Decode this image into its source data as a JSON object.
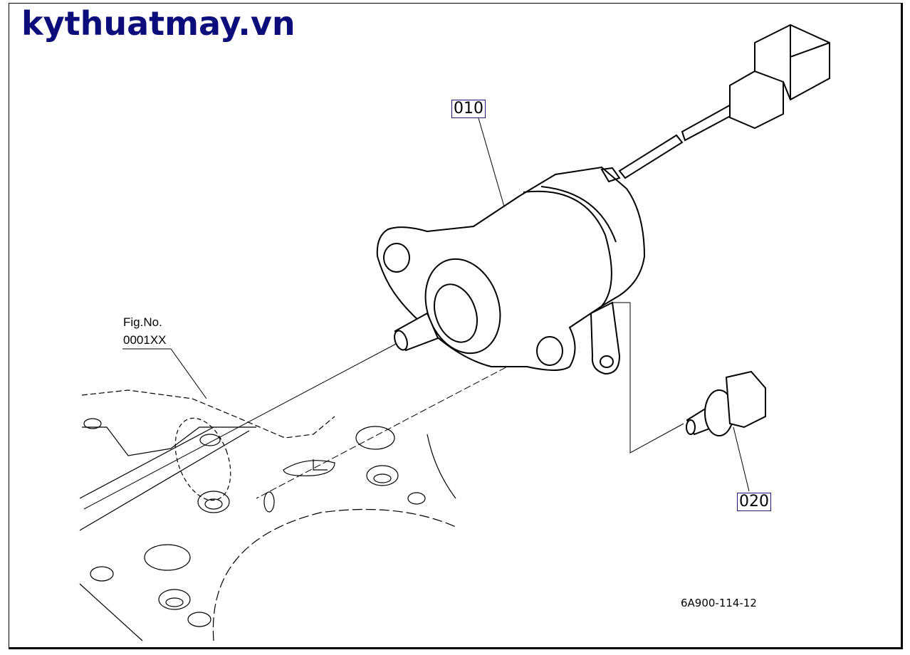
{
  "watermark": "kythuatmay.vn",
  "callouts": [
    {
      "label": "010"
    },
    {
      "label": "020"
    }
  ],
  "figure_reference": {
    "line1": "Fig.No.",
    "line2": "0001XX"
  },
  "drawing_code": "6A900-114-12",
  "colors": {
    "watermark": "#0c0c7a",
    "label_border": "#1a1a80"
  }
}
